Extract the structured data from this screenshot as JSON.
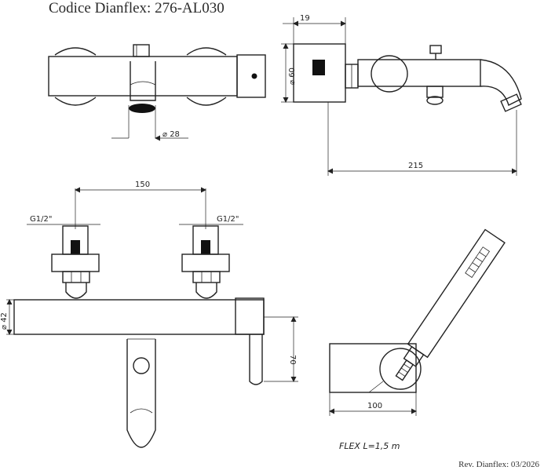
{
  "header": {
    "title": "Codice Dianflex: 276-AL030"
  },
  "footer": {
    "revision": "Rev. Dianflex: 03/2026"
  },
  "dimensions": {
    "outlet_diameter": "⌀ 28",
    "body_diameter": "⌀ 60",
    "wall_offset": "19",
    "total_depth": "215",
    "center_distance": "150",
    "connection_left": "G1/2\"",
    "connection_right": "G1/2\"",
    "bar_diameter": "⌀ 42",
    "lever_height": "70",
    "holder_width": "100"
  },
  "notes": {
    "flex": "FLEX L=1,5 m"
  }
}
